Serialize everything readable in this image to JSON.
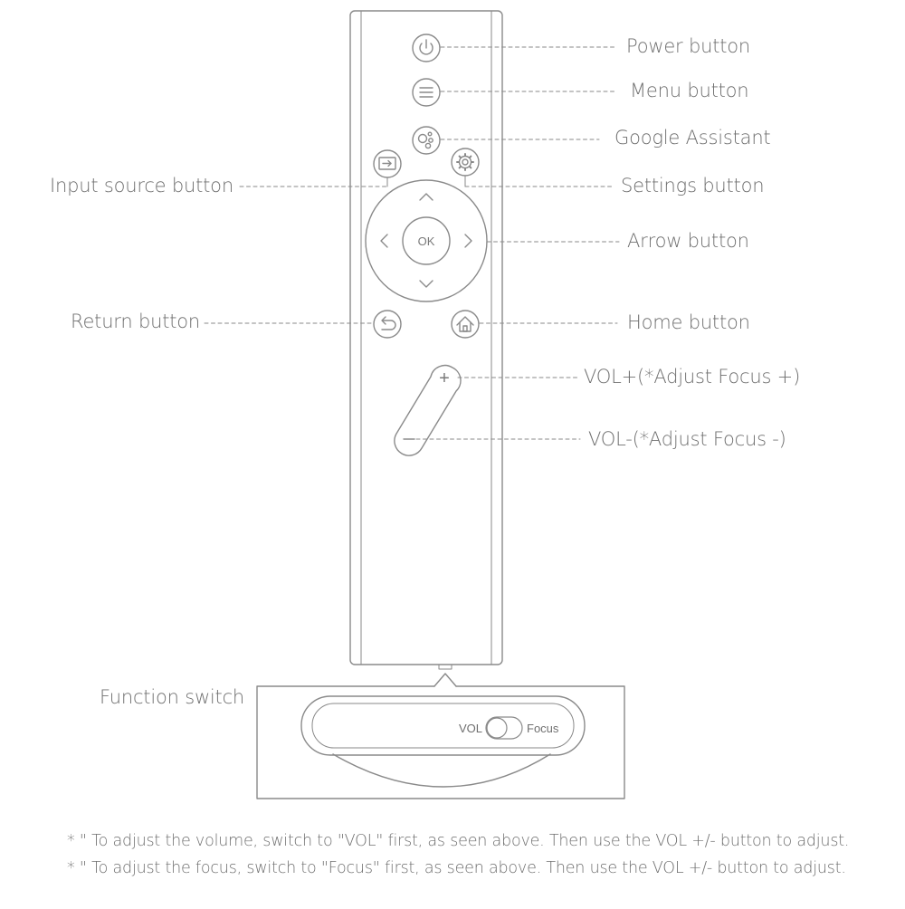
{
  "labels": {
    "power": "Power button",
    "menu": "Menu button",
    "google": "Google Assistant",
    "input": "Input source button",
    "settings": "Settings button",
    "arrow": "Arrow button",
    "return": "Return button",
    "home": "Home button",
    "vol_plus": "VOL+(*Adjust Focus +)",
    "vol_minus": "VOL-(*Adjust Focus -)",
    "function_switch": "Function switch"
  },
  "remote": {
    "ok_label": "OK",
    "plus_symbol": "+",
    "minus_symbol": "−"
  },
  "switch": {
    "left_label": "VOL",
    "right_label": "Focus"
  },
  "notes": [
    "* \" To adjust the volume, switch to \"VOL\" first, as seen above. Then use the  VOL +/- button to adjust.",
    "* \" To adjust the focus, switch to \"Focus\" first, as seen above. Then use the VOL +/- button to adjust."
  ],
  "colors": {
    "line": "#8a8a8a",
    "text": "#6f6f6f"
  }
}
